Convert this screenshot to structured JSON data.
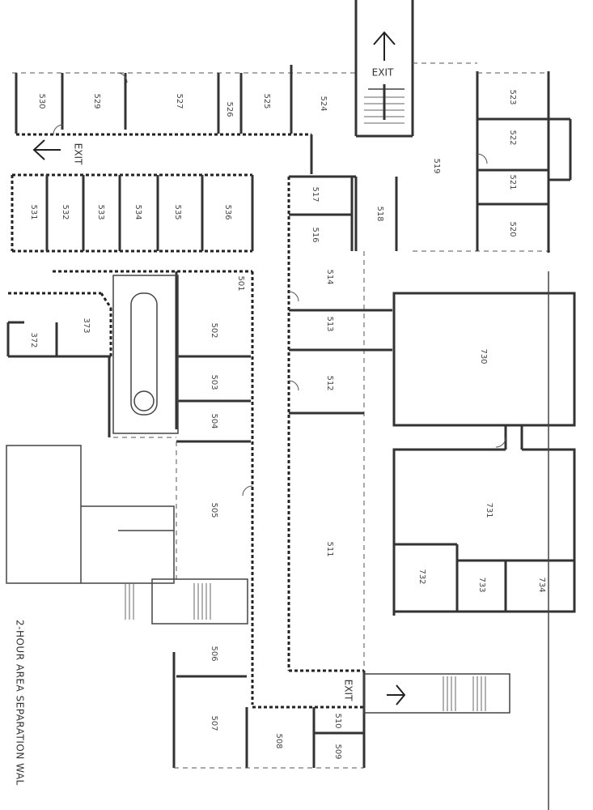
{
  "rooms": [
    "530",
    "529",
    "527",
    "526",
    "525",
    "524",
    "523",
    "522",
    "521",
    "520",
    "519",
    "531",
    "532",
    "533",
    "534",
    "535",
    "536",
    "517",
    "516",
    "518",
    "514",
    "513",
    "512",
    "511",
    "501",
    "502",
    "503",
    "504",
    "505",
    "506",
    "507",
    "508",
    "509",
    "510",
    "373",
    "372",
    "730",
    "731",
    "732",
    "733",
    "734"
  ],
  "exits": [
    "EXIT",
    "EXIT",
    "EXIT"
  ],
  "wall_note": "2-HOUR AREA SEPARATION WAL",
  "colors": {
    "line": "#333333",
    "background": "#ffffff"
  }
}
